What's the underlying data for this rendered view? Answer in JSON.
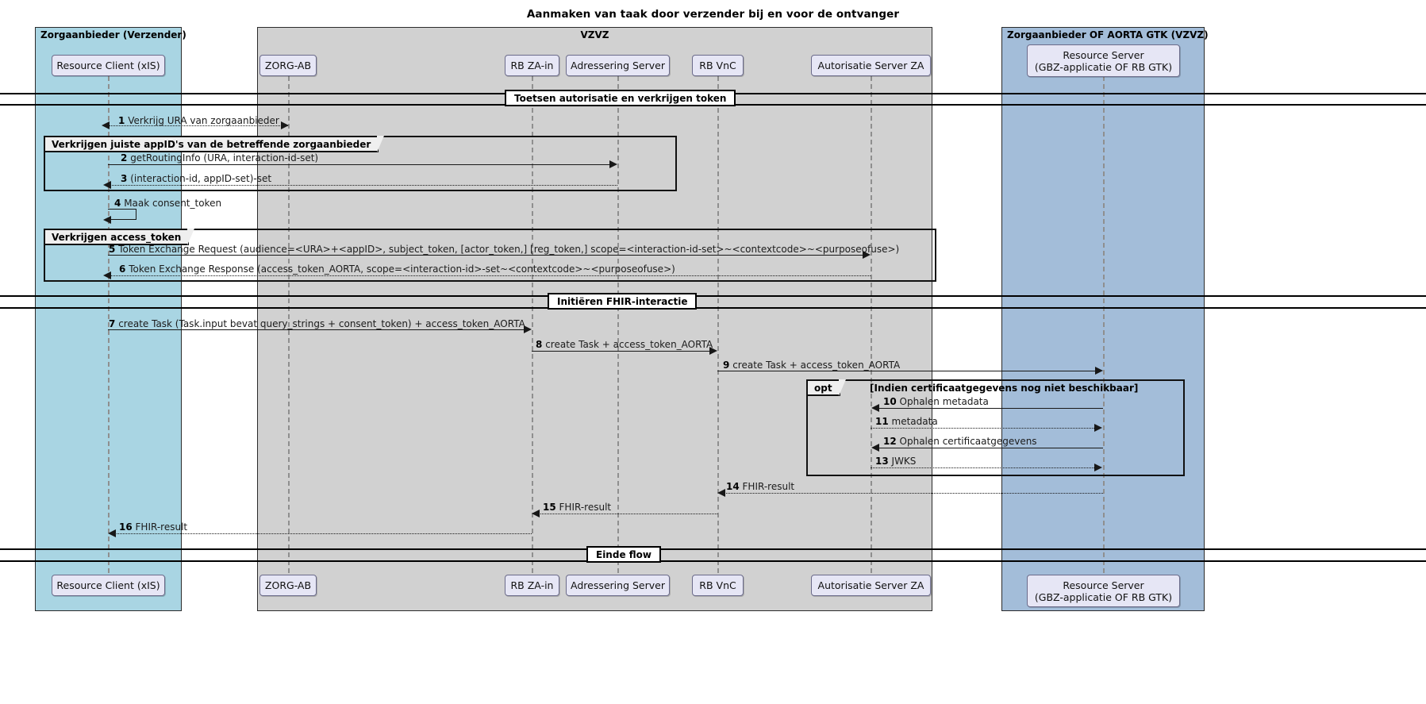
{
  "title": "Aanmaken van taak door verzender bij en voor de ontvanger",
  "boxes": [
    {
      "id": "verzender",
      "label": "Zorgaanbieder (Verzender)",
      "color": "#a9d5e3",
      "align": "left"
    },
    {
      "id": "vzvz",
      "label": "VZVZ",
      "color": "#d1d1d1",
      "align": "center"
    },
    {
      "id": "ontvanger",
      "label": "Zorgaanbieder OF AORTA GTK (VZVZ)",
      "color": "#a3bdd9",
      "align": "left"
    }
  ],
  "participants": [
    {
      "id": "xis",
      "label": "Resource Client (xIS)"
    },
    {
      "id": "zorgab",
      "label": "ZORG-AB"
    },
    {
      "id": "rbzain",
      "label": "RB ZA-in"
    },
    {
      "id": "adres",
      "label": "Adressering Server"
    },
    {
      "id": "rbvnc",
      "label": "RB VnC"
    },
    {
      "id": "asza",
      "label": "Autorisatie Server ZA"
    },
    {
      "id": "rs",
      "label": "Resource Server\n(GBZ-applicatie OF RB GTK)",
      "line1": "Resource Server",
      "line2": "(GBZ-applicatie OF RB GTK)"
    }
  ],
  "dividers": [
    {
      "id": "d1",
      "label": "Toetsen autorisatie en verkrijgen token"
    },
    {
      "id": "d2",
      "label": "Initiëren FHIR-interactie"
    },
    {
      "id": "d3",
      "label": "Einde flow"
    }
  ],
  "frames": [
    {
      "id": "f1",
      "tab": "group",
      "label": "Verkrijgen juiste appID's van de betreffende zorgaanbieder",
      "condition": ""
    },
    {
      "id": "f2",
      "tab": "group",
      "label": "Verkrijgen access_token",
      "condition": ""
    },
    {
      "id": "f3",
      "tab": "opt",
      "label": "opt",
      "condition": "[Indien certificaatgegevens nog niet beschikbaar]"
    }
  ],
  "messages": [
    {
      "num": "1",
      "text": "Verkrijg URA van zorgaanbieder",
      "style": "dotted",
      "dir": "both"
    },
    {
      "num": "2",
      "text": "getRoutingInfo (URA, interaction-id-set)",
      "style": "solid",
      "dir": "right"
    },
    {
      "num": "3",
      "text": "(interaction-id, appID-set)-set",
      "style": "dotted",
      "dir": "left"
    },
    {
      "num": "4",
      "text": "Maak consent_token",
      "style": "solid",
      "dir": "self"
    },
    {
      "num": "5",
      "text": "Token Exchange Request (audience=<URA>+<appID>, subject_token, [actor_token,] [reg_token,] scope=<interaction-id-set>~<contextcode>~<purposeofuse>)",
      "style": "solid",
      "dir": "right"
    },
    {
      "num": "6",
      "text": "Token Exchange Response (access_token_AORTA, scope=<interaction-id>-set~<contextcode>~<purposeofuse>)",
      "style": "dotted",
      "dir": "left"
    },
    {
      "num": "7",
      "text": "create Task (Task.input bevat query_strings + consent_token) + access_token_AORTA",
      "style": "solid",
      "dir": "right"
    },
    {
      "num": "8",
      "text": "create Task + access_token_AORTA",
      "style": "solid",
      "dir": "right"
    },
    {
      "num": "9",
      "text": "create Task + access_token_AORTA",
      "style": "solid",
      "dir": "right"
    },
    {
      "num": "10",
      "text": "Ophalen metadata",
      "style": "solid",
      "dir": "left"
    },
    {
      "num": "11",
      "text": "metadata",
      "style": "dotted",
      "dir": "right"
    },
    {
      "num": "12",
      "text": "Ophalen certificaatgegevens",
      "style": "solid",
      "dir": "left"
    },
    {
      "num": "13",
      "text": "JWKS",
      "style": "dotted",
      "dir": "right"
    },
    {
      "num": "14",
      "text": "FHIR-result",
      "style": "dotted",
      "dir": "left"
    },
    {
      "num": "15",
      "text": "FHIR-result",
      "style": "dotted",
      "dir": "left"
    },
    {
      "num": "16",
      "text": "FHIR-result",
      "style": "dotted",
      "dir": "left"
    }
  ],
  "colors": {
    "box_verzender": "#a9d5e3",
    "box_vzvz": "#d1d1d1",
    "box_ontvanger": "#a3bdd9",
    "participant_fill": "#e6e6f5",
    "line": "#181818"
  }
}
